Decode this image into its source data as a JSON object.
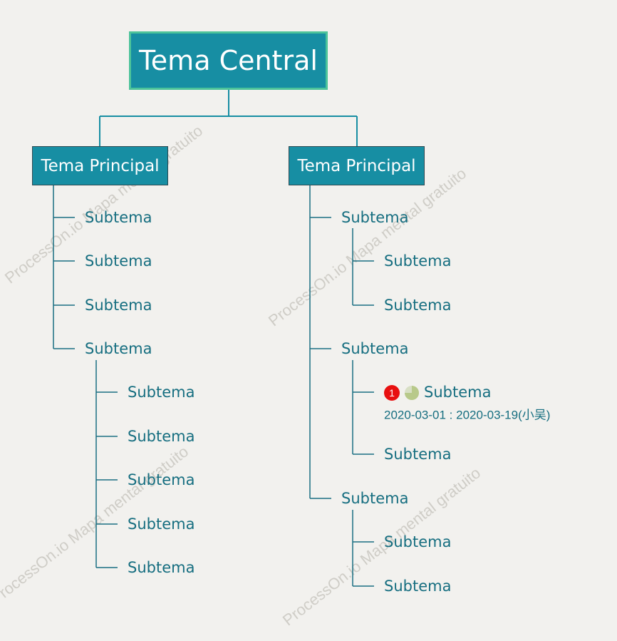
{
  "watermark": "ProcessOn.io Mapa mental gratuito",
  "central": {
    "label": "Tema Central"
  },
  "branches": [
    {
      "label": "Tema Principal",
      "children": [
        {
          "label": "Subtema"
        },
        {
          "label": "Subtema"
        },
        {
          "label": "Subtema"
        },
        {
          "label": "Subtema",
          "children": [
            {
              "label": "Subtema"
            },
            {
              "label": "Subtema"
            },
            {
              "label": "Subtema"
            },
            {
              "label": "Subtema"
            },
            {
              "label": "Subtema"
            }
          ]
        }
      ]
    },
    {
      "label": "Tema Principal",
      "children": [
        {
          "label": "Subtema",
          "children": [
            {
              "label": "Subtema"
            },
            {
              "label": "Subtema"
            }
          ]
        },
        {
          "label": "Subtema",
          "children": [
            {
              "label": "Subtema",
              "priority": "1",
              "progress": 0.75,
              "note": "2020-03-01 : 2020-03-19(小吴)"
            },
            {
              "label": "Subtema"
            }
          ]
        },
        {
          "label": "Subtema",
          "children": [
            {
              "label": "Subtema"
            },
            {
              "label": "Subtema"
            }
          ]
        }
      ]
    }
  ],
  "colors": {
    "line": "#178ea3",
    "text": "#166e80",
    "box": "#178ea3",
    "central_border": "#4cc39a",
    "priority": "#e81010",
    "progress": "#b8c98a"
  }
}
